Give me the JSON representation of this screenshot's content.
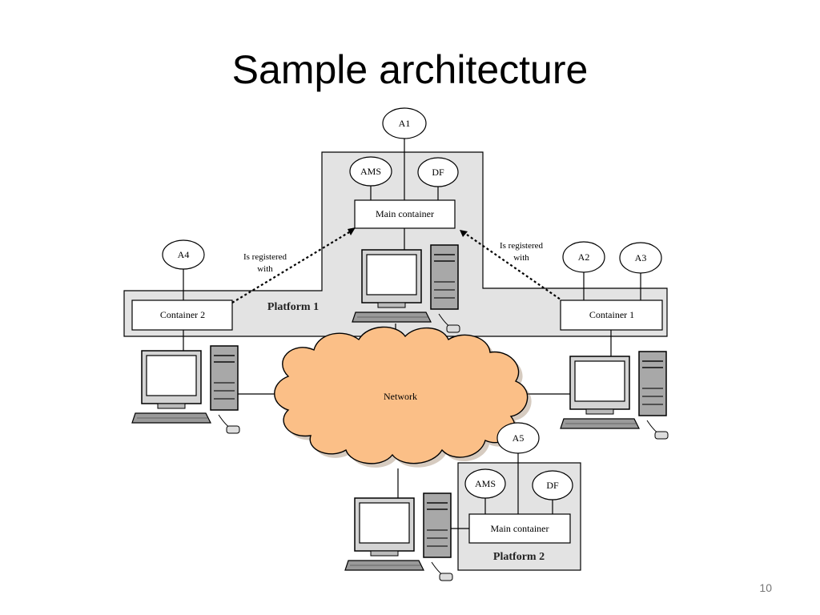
{
  "slide": {
    "title": "Sample architecture",
    "page_number": "10"
  },
  "diagram": {
    "network_label": "Network",
    "platform1": {
      "label": "Platform 1",
      "main_container": "Main container",
      "ams": "AMS",
      "df": "DF",
      "agent": "A1"
    },
    "container2": {
      "label": "Container 2",
      "agent": "A4",
      "relation": [
        "Is registered",
        "with"
      ]
    },
    "container1": {
      "label": "Container 1",
      "agents": [
        "A2",
        "A3"
      ],
      "relation": [
        "Is registered",
        "with"
      ]
    },
    "platform2": {
      "label": "Platform 2",
      "main_container": "Main container",
      "ams": "AMS",
      "df": "DF",
      "agent": "A5"
    }
  }
}
